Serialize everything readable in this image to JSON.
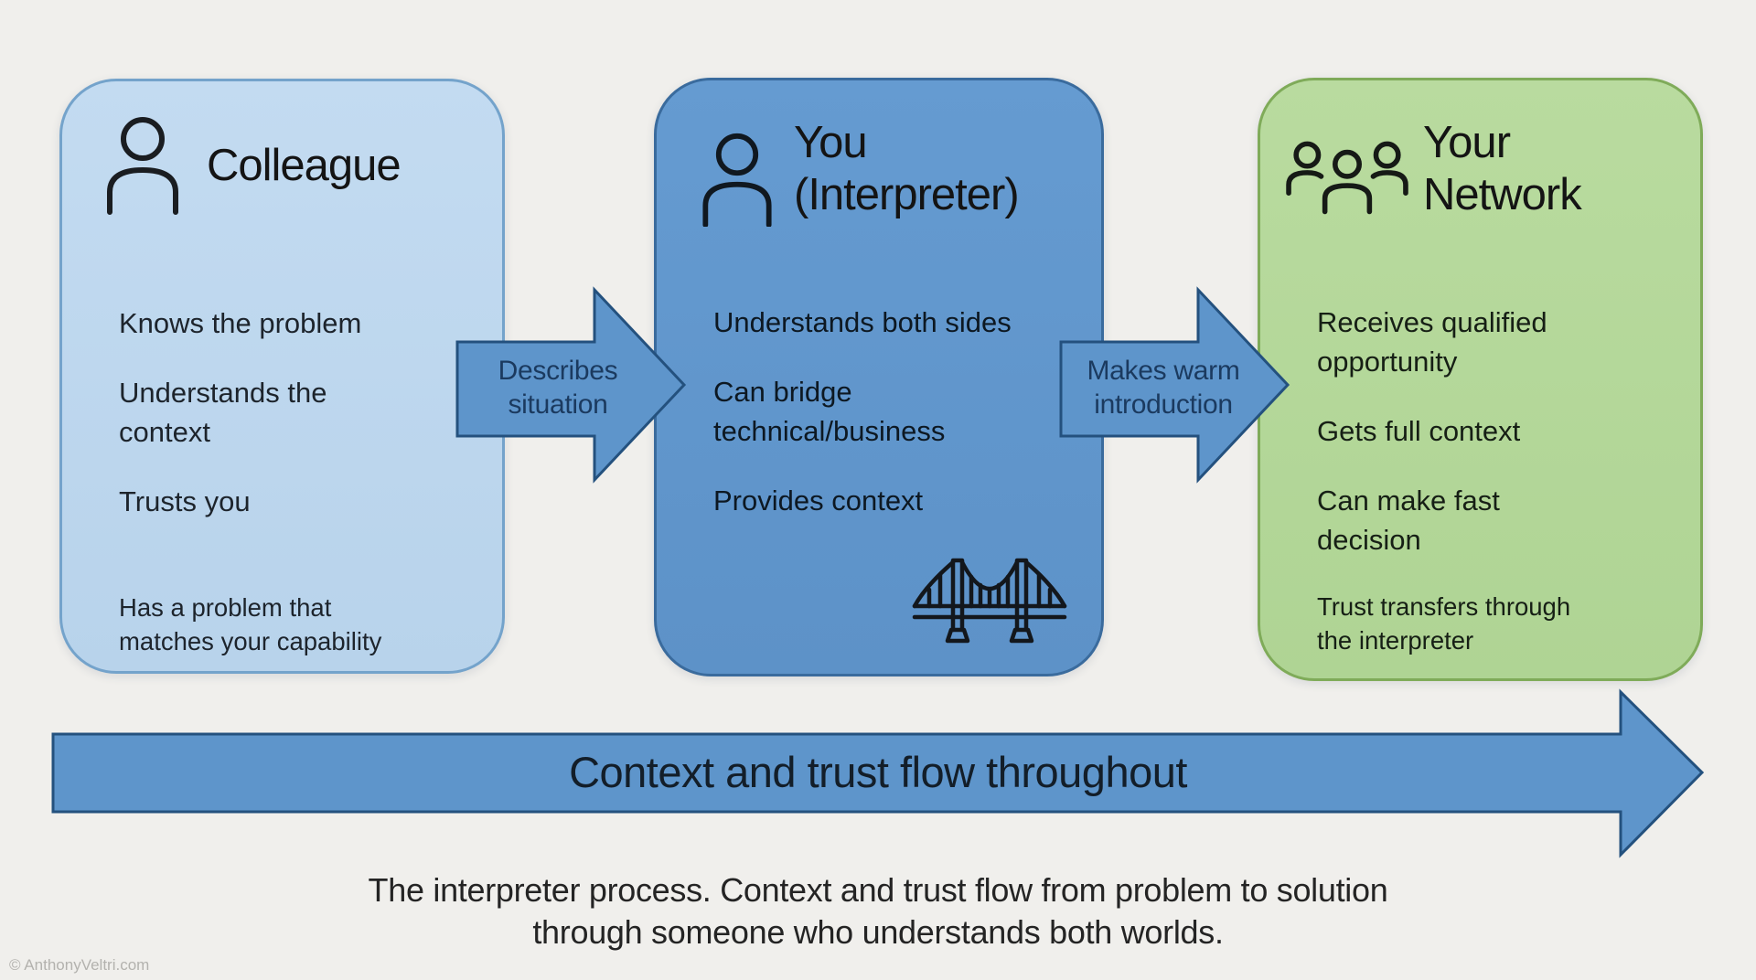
{
  "page": {
    "background_color": "#f0efec",
    "type": "process-diagram"
  },
  "palette": {
    "colleague_box_fill": "#bdd7ee",
    "colleague_box_border": "#74a3cb",
    "you_box_fill": "#6197ce",
    "you_box_border": "#3a6b9d",
    "network_box_fill": "#b4d79a",
    "network_box_border": "#7fab59",
    "arrow_fill": "#5e95cb",
    "arrow_border": "#24517e",
    "arrow_label_color": "#1b3a5f",
    "text_color": "#1c2127"
  },
  "boxes": [
    {
      "title": "Colleague",
      "icon": "person-icon",
      "items": [
        "Knows the problem",
        "Understands the context",
        "Trusts you"
      ],
      "footnote": "Has a problem that matches your capability"
    },
    {
      "title": "You (Interpreter)",
      "icon": "person-icon",
      "secondary_icon": "bridge-icon",
      "items": [
        "Understands both sides",
        "Can bridge technical/business",
        "Provides context"
      ]
    },
    {
      "title": "Your Network",
      "icon": "people-group-icon",
      "items": [
        "Receives qualified opportunity",
        "Gets full context",
        "Can make fast decision"
      ],
      "footnote": "Trust transfers through the interpreter"
    }
  ],
  "arrows": [
    {
      "label": "Describes situation"
    },
    {
      "label": "Makes warm introduction"
    }
  ],
  "bottom_banner": {
    "label": "Context and trust flow throughout"
  },
  "caption": {
    "line1": "The interpreter process. Context and trust flow from problem to solution",
    "line2": "through someone who understands both worlds."
  },
  "watermark": {
    "text": "© AnthonyVeltri.com"
  }
}
